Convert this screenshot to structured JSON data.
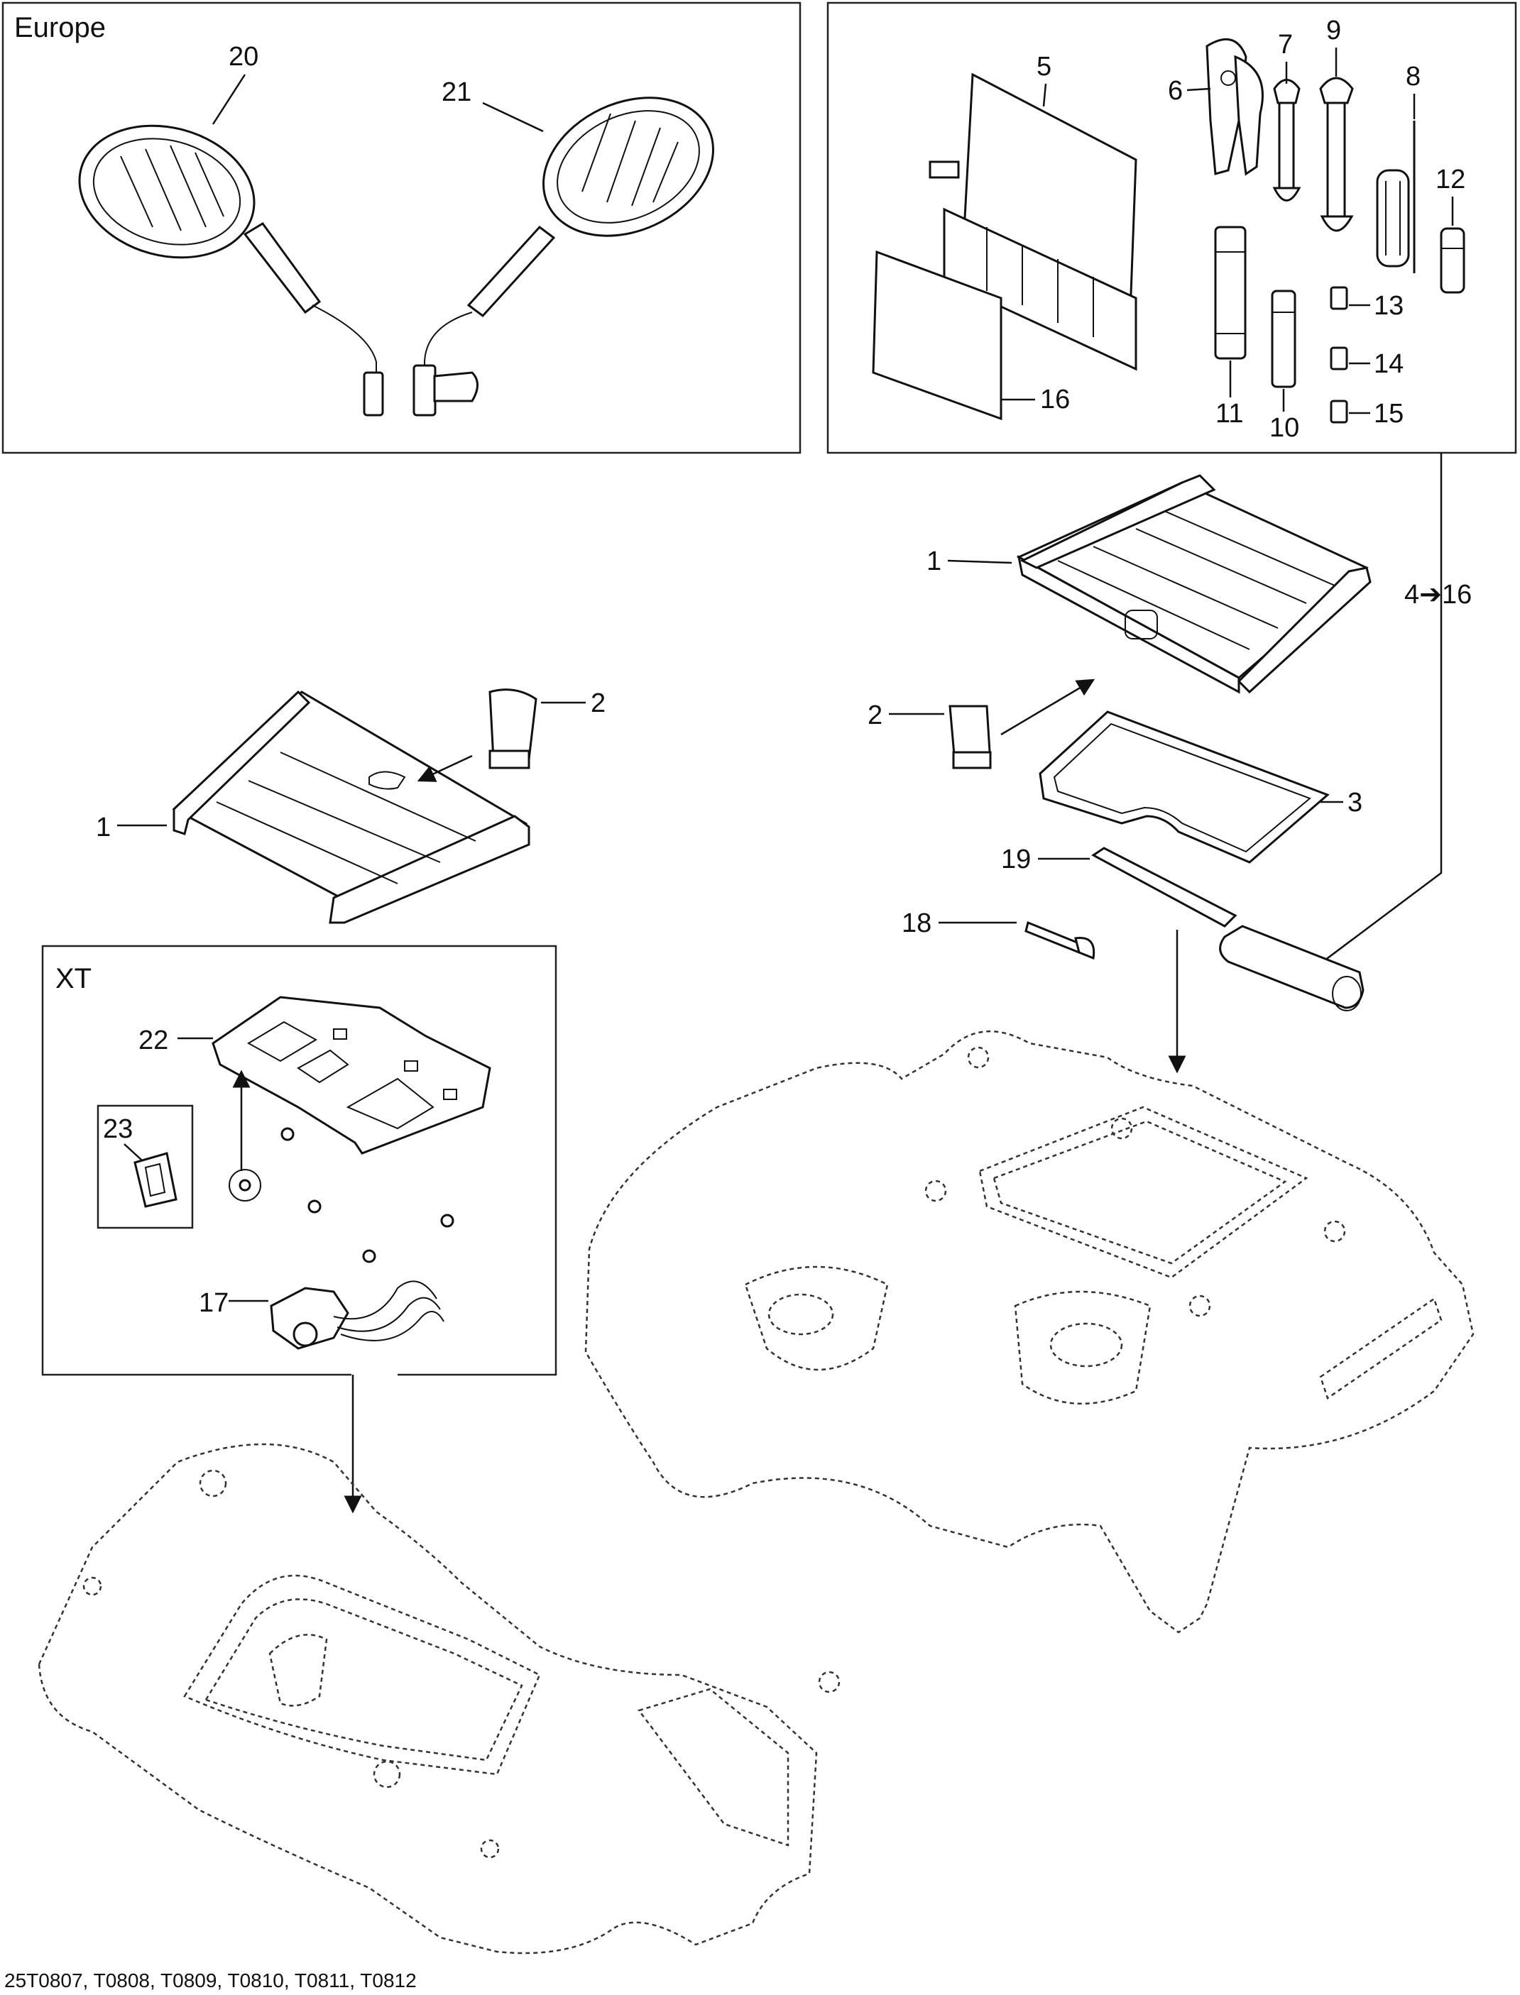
{
  "boxes": {
    "europe": "Europe",
    "xt": "XT"
  },
  "callouts": {
    "c1_left": "1",
    "c1_right": "1",
    "c2_left": "2",
    "c2_right": "2",
    "c3": "3",
    "c5": "5",
    "c6": "6",
    "c7": "7",
    "c8": "8",
    "c9": "9",
    "c10": "10",
    "c11": "11",
    "c12": "12",
    "c13": "13",
    "c14": "14",
    "c15": "15",
    "c16": "16",
    "c17": "17",
    "c18": "18",
    "c19": "19",
    "c20": "20",
    "c21": "21",
    "c22": "22",
    "c23": "23",
    "range": "4➔16"
  },
  "footer": {
    "ref": "25T0807, T0808, T0809, T0810, T0811, T0812"
  }
}
